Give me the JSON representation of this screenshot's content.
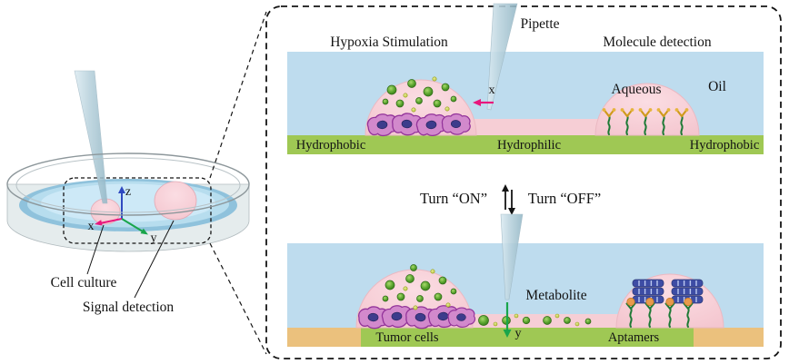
{
  "figure": {
    "left": {
      "cell_culture": "Cell culture",
      "signal_detection": "Signal detection",
      "axis_x": "x",
      "axis_y": "y",
      "axis_z": "z"
    },
    "top": {
      "hypoxia": "Hypoxia Stimulation",
      "pipette": "Pipette",
      "molecule_detection": "Molecule detection",
      "aqueous": "Aqueous",
      "oil": "Oil",
      "hydrophobic_left": "Hydrophobic",
      "hydrophilic": "Hydrophilic",
      "hydrophobic_right": "Hydrophobic",
      "axis_x": "x"
    },
    "middle": {
      "turn_on": "Turn “ON”",
      "turn_off": "Turn “OFF”"
    },
    "bottom": {
      "metabolite": "Metabolite",
      "tumor_cells": "Tumor cells",
      "aptamers": "Aptamers",
      "axis_y": "y"
    },
    "colors": {
      "sky_blue": "#bedcee",
      "substrate_green": "#9fc854",
      "substrate_tan": "#ebc17d",
      "droplet_pink": "#f6ced5",
      "cell_purple": "#d289cc",
      "cell_nucleus": "#3d3c8c",
      "metabolite_green": "#58a32d",
      "aptamer_green": "#1d7a35",
      "aptamer_gold": "#cf9a1c",
      "capsule_blue": "#3e4da5",
      "arrow_x_magenta": "#e8177d",
      "arrow_y_green": "#19a54b",
      "arrow_z_blue": "#2f49c0"
    }
  }
}
